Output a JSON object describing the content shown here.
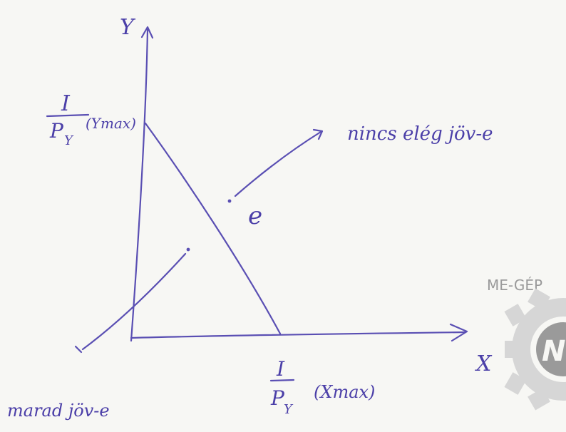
{
  "axes": {
    "y_label": "Y",
    "x_label": "X"
  },
  "budget_line": {
    "y_intercept": {
      "numerator": "I",
      "denominator": "P",
      "denominator_sub": "Y",
      "note": "(Ymax)"
    },
    "x_intercept": {
      "numerator": "I",
      "denominator": "P",
      "denominator_sub": "Y",
      "note": "(Xmax)"
    }
  },
  "annotations": {
    "point_label": "e",
    "above_line": "nincs elég jöv-e",
    "below_line": "marad jöv-e"
  },
  "watermark": {
    "text": "ME-GÉP",
    "logo_letters": "NM"
  },
  "colors": {
    "ink": "#5a4fb3",
    "watermark": "#9a9a9a",
    "paper": "#f7f7f4"
  }
}
